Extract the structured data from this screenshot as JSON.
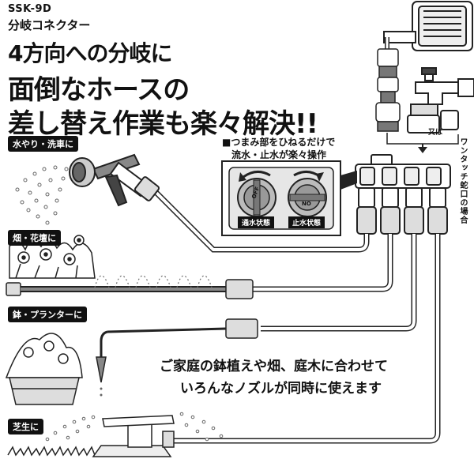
{
  "header": {
    "model": "SSK-9D",
    "product_name": "分岐コネクター",
    "headline_1": "4方向への分岐に",
    "headline_2": "面倒なホースの",
    "headline_3": "差し替え作業も楽々解決!!"
  },
  "uses": [
    {
      "label": "水やり・洗車に"
    },
    {
      "label": "畑・花壇に"
    },
    {
      "label": "鉢・プランターに"
    },
    {
      "label": "芝生に"
    }
  ],
  "inset": {
    "title_line1": "■つまみ部をひねるだけで",
    "title_line2": "流水・止水が楽々操作",
    "open_label": "通水状態",
    "closed_label": "止水状態",
    "dial_off": "OFF",
    "dial_on": "NO"
  },
  "faucet": {
    "or_label": "又は",
    "note": "ワンタッチ蛇口の場合"
  },
  "caption": {
    "line1": "ご家庭の鉢植えや畑、庭木に合わせて",
    "line2": "いろんなノズルが同時に使えます"
  }
}
